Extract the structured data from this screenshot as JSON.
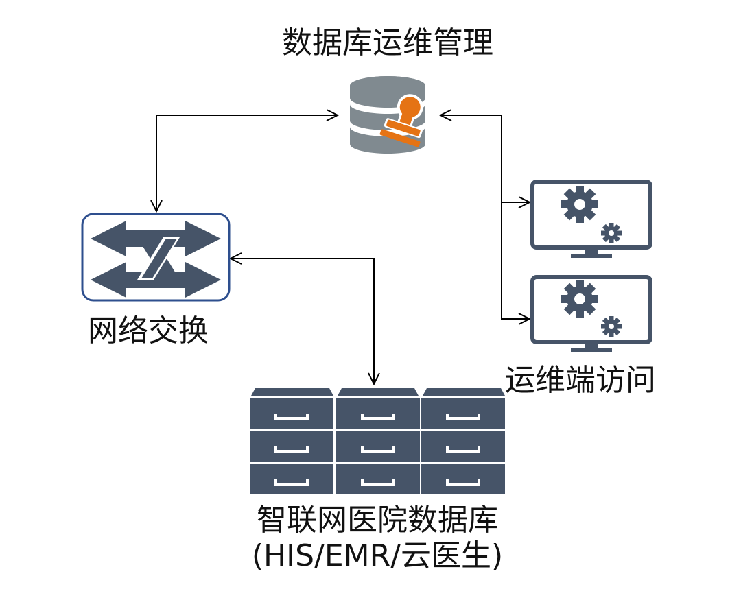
{
  "labels": {
    "db_management": "数据库运维管理",
    "network_switch": "网络交换",
    "ops_access": "运维端访问",
    "hospital_db_line1": "智联网医院数据库",
    "hospital_db_line2": "(HIS/EMR/云医生)"
  },
  "icons": {
    "db_management": "database-with-stamp-icon",
    "network_switch": "network-switch-icon",
    "ops_terminal_1": "monitor-gears-icon",
    "ops_terminal_2": "monitor-gears-icon",
    "hospital_db": "filing-cabinets-icon"
  },
  "colors": {
    "icon_dark": "#465468",
    "db_gray": "#808a90",
    "stamp_orange": "#e57314",
    "switch_border": "#2e4f8e",
    "arrow": "#000000"
  }
}
